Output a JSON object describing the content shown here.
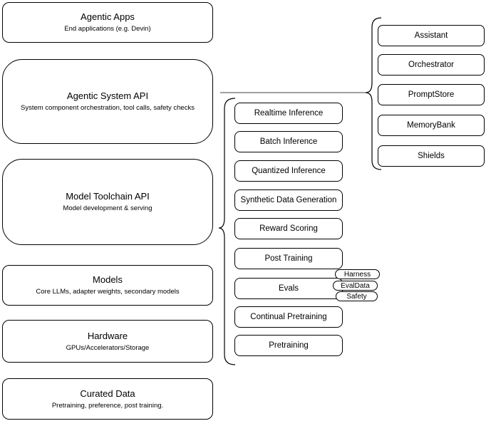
{
  "colors": {
    "stroke": "#000000",
    "connector_line": "#666666",
    "background": "#ffffff",
    "text": "#000000"
  },
  "left_stack": [
    {
      "title": "Agentic Apps",
      "subtitle": "End applications (e.g. Devin)"
    },
    {
      "title": "Agentic System API",
      "subtitle": "System component orchestration, tool calls, safety checks"
    },
    {
      "title": "Model Toolchain API",
      "subtitle": "Model development & serving"
    },
    {
      "title": "Models",
      "subtitle": "Core LLMs, adapter weights, secondary models"
    },
    {
      "title": "Hardware",
      "subtitle": "GPUs/Accelerators/Storage"
    },
    {
      "title": "Curated Data",
      "subtitle": "Pretraining, preference, post training."
    }
  ],
  "toolchain_items": [
    "Realtime Inference",
    "Batch Inference",
    "Quantized Inference",
    "Synthetic Data Generation",
    "Reward Scoring",
    "Post Training",
    "Evals",
    "Continual Pretraining",
    "Pretraining"
  ],
  "eval_tags": [
    "Harness",
    "EvalData",
    "Safety"
  ],
  "system_components": [
    "Assistant",
    "Orchestrator",
    "PromptStore",
    "MemoryBank",
    "Shields"
  ]
}
